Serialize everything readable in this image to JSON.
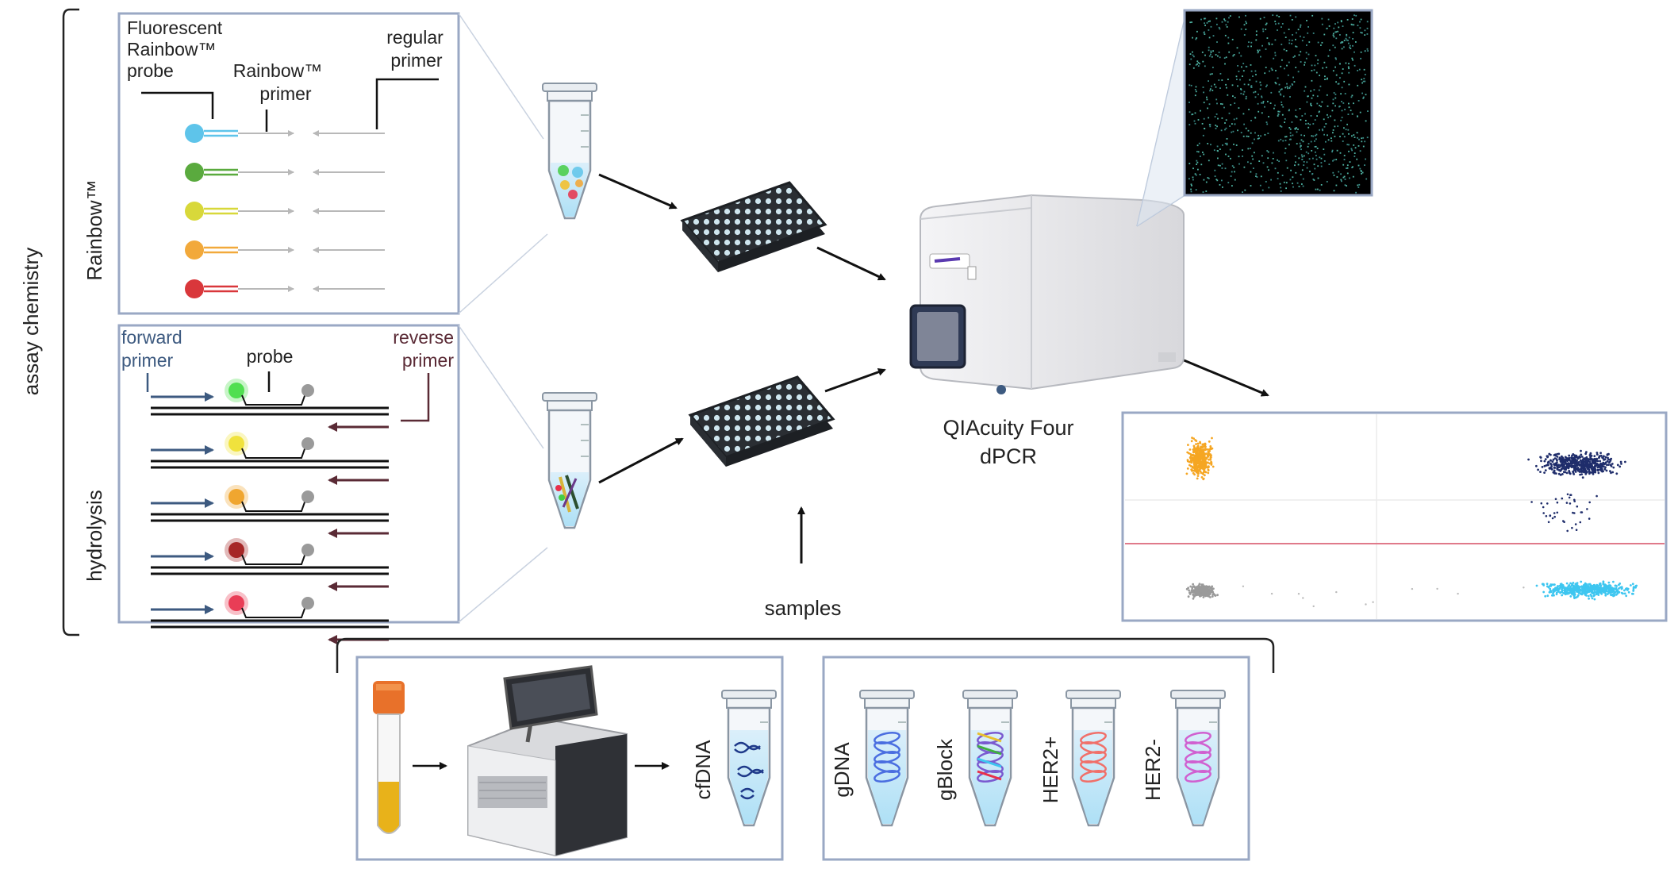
{
  "labels": {
    "assay_chemistry": "assay chemistry",
    "rainbow_section": "Rainbow™",
    "hydrolysis_section": "hydrolysis",
    "fluor_probe_1": "Fluorescent",
    "fluor_probe_2": "Rainbow™",
    "fluor_probe_3": "probe",
    "rainbow_primer_1": "Rainbow™",
    "rainbow_primer_2": "primer",
    "regular_primer_1": "regular",
    "regular_primer_2": "primer",
    "forward_primer_1": "forward",
    "forward_primer_2": "primer",
    "probe": "probe",
    "reverse_primer_1": "reverse",
    "reverse_primer_2": "primer",
    "instrument_1": "QIAcuity Four",
    "instrument_2": "dPCR",
    "samples": "samples",
    "cfdna": "cfDNA",
    "gdna": "gDNA",
    "gblock": "gBlock",
    "her2_pos": "HER2+",
    "her2_neg": "HER2-"
  },
  "colors": {
    "panel_border": "#9aa8c4",
    "forward_primer": "#3d5a80",
    "reverse_primer": "#5a2a35",
    "probe_dye_rainbow": [
      "#5ec4ea",
      "#5aaa3e",
      "#d8d83a",
      "#f2a93b",
      "#d9373b"
    ],
    "probe_dye_hydrolysis": [
      "#44dd44",
      "#f0e030",
      "#f0a020",
      "#a01818",
      "#e8304a"
    ],
    "cluster_orange": "#f5a623",
    "cluster_navy": "#1f2d6b",
    "cluster_gray": "#9a9a9a",
    "cluster_cyan": "#3ec6f0",
    "threshold_line": "#e07a8a"
  },
  "icons": [
    "tube-icon",
    "plate-icon",
    "dpcr-instrument-icon",
    "blood-tube-icon",
    "extraction-instrument-icon",
    "dna-icon"
  ]
}
